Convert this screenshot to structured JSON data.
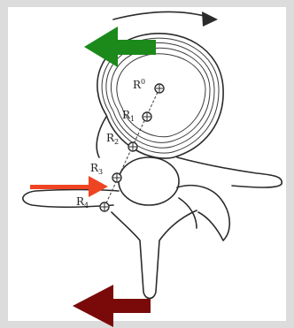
{
  "labels": {
    "r0": "R",
    "r0_sub": "0",
    "r1": "R",
    "r1_sub": "1",
    "r2": "R",
    "r2_sub": "2",
    "r3": "R",
    "r3_sub": "3",
    "r4": "R",
    "r4_sub": "4"
  },
  "colors": {
    "background": "#dcdcdc",
    "panel": "#ffffff",
    "ink": "#2b2b2b",
    "green_arrow": "#1b8a1b",
    "red_arrow": "#ee4422",
    "dark_red_arrow": "#7a0a0a"
  }
}
